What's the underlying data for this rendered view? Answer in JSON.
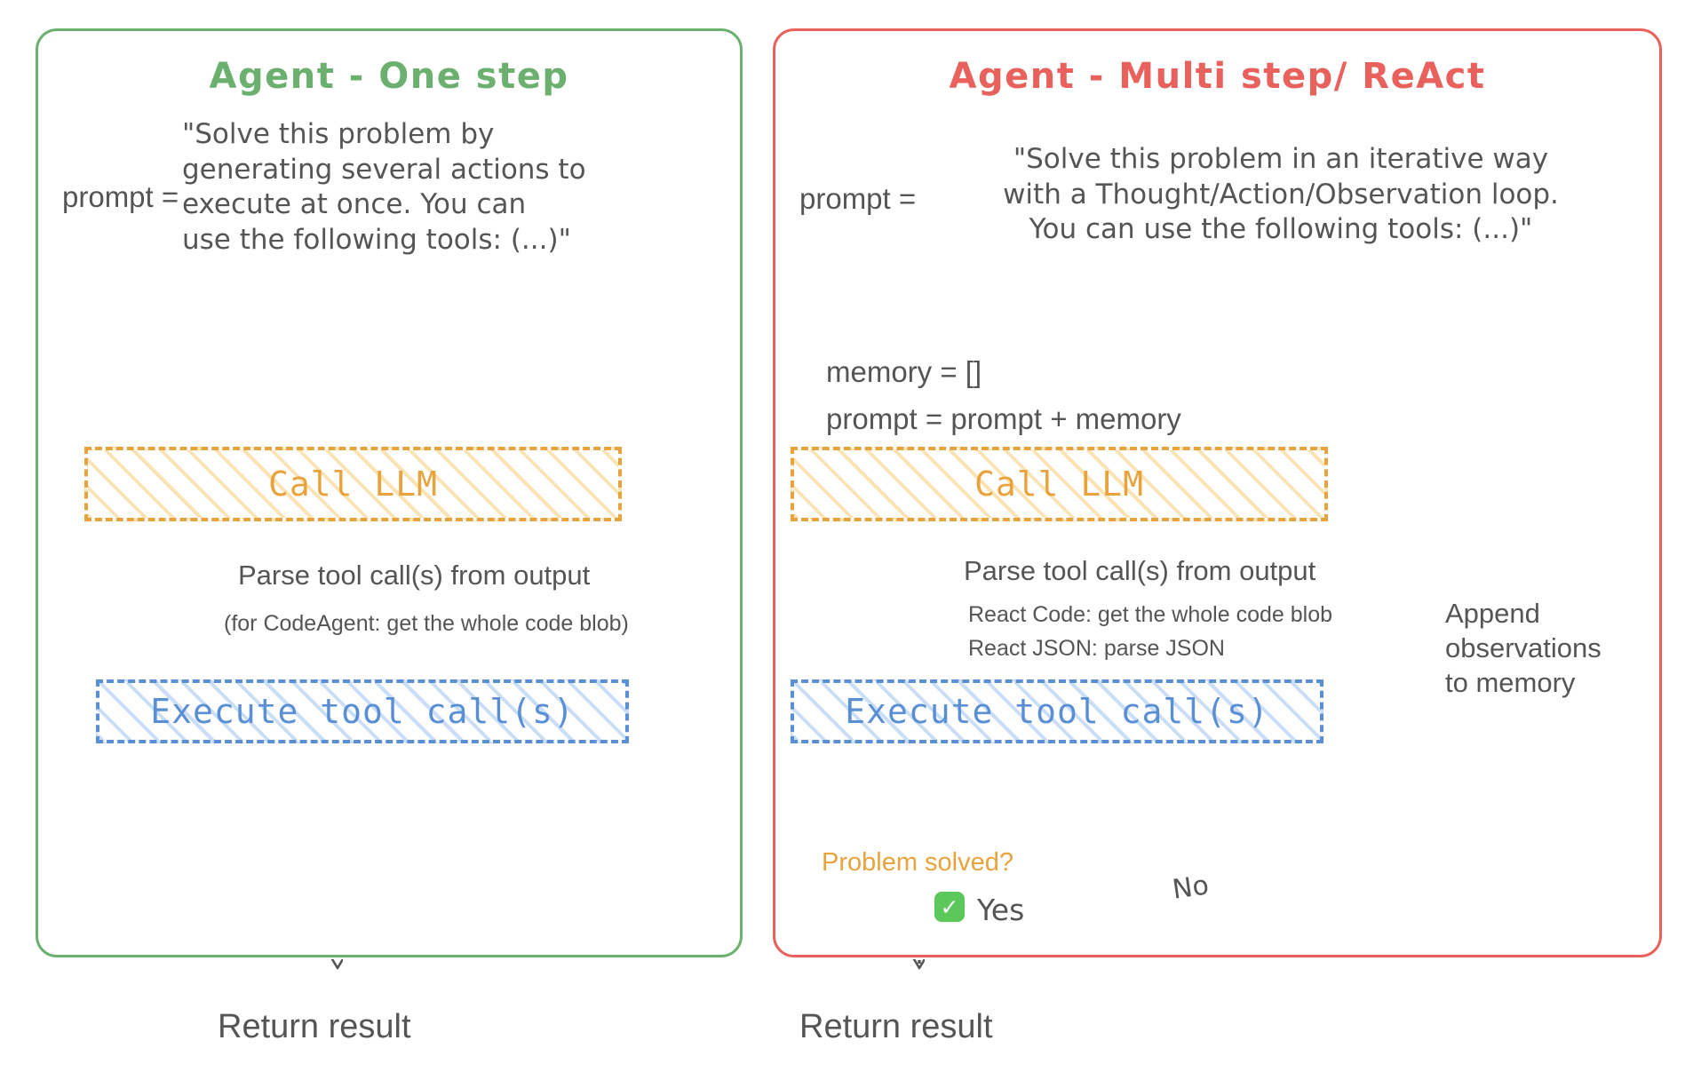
{
  "diagram": {
    "title": "Agent architectures: one step vs multi step / ReAct",
    "colors": {
      "one_step_border": "#6CB06F",
      "multi_step_border": "#E8615C",
      "llm_box": "#E8A33D",
      "exec_box": "#5B8FD4",
      "text": "#555555",
      "check_green": "#5CC85C"
    }
  },
  "one_step": {
    "title": "Agent - One step",
    "prompt_label": "prompt =",
    "prompt_lines": [
      "\"Solve this problem by",
      "generating several actions to",
      "execute at once. You can",
      "use the following tools: (...)\""
    ],
    "llm_box_label": "Call LLM",
    "parse_note_main": "Parse tool call(s) from output",
    "parse_note_sub": "(for CodeAgent: get the whole code blob)",
    "exec_box_label": "Execute tool call(s)",
    "return_label": "Return result"
  },
  "multi_step": {
    "title": "Agent - Multi step/ ReAct",
    "prompt_label": "prompt =",
    "prompt_lines": [
      "\"Solve this problem in an iterative way",
      "with a Thought/Action/Observation loop.",
      "You can use the following tools: (...)\""
    ],
    "memory_init": "memory = []",
    "prompt_update": "prompt = prompt + memory",
    "llm_box_label": "Call LLM",
    "parse_note_main": "Parse tool call(s) from output",
    "parse_note_react_code": "React Code: get the whole code blob",
    "parse_note_react_json": "React JSON: parse JSON",
    "exec_box_label": "Execute tool call(s)",
    "append_note_lines": [
      "Append",
      "observations",
      "to memory"
    ],
    "decision_label": "Problem solved?",
    "yes_label": "Yes",
    "yes_icon": "check-mark",
    "no_label": "No",
    "return_label": "Return result"
  }
}
